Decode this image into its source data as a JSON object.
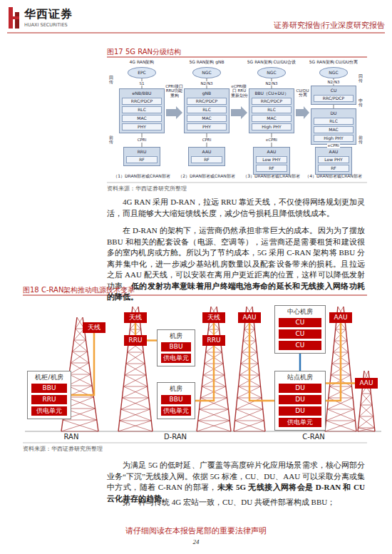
{
  "diagram": {
    "nodes": [
      {
        "text": [
          "EPC"
        ]
      },
      {
        "text": [
          "eNB/BBU"
        ]
      },
      {
        "text": [
          "RRC/PDCP"
        ],
        "in": 1
      },
      {
        "text": [
          "RLC"
        ],
        "in": 1
      },
      {
        "text": [
          "MAC"
        ],
        "in": 1
      },
      {
        "text": [
          "PHY"
        ],
        "in": 1
      },
      {
        "text": [
          "RRU"
        ]
      },
      {
        "text": [
          "RF"
        ],
        "in": 6
      },
      {
        "text": [
          "NGC"
        ]
      },
      {
        "text": [
          "gNB"
        ]
      },
      {
        "text": [
          "RRC/PDCP"
        ],
        "in": 9
      },
      {
        "text": [
          "RLC"
        ],
        "in": 9
      },
      {
        "text": [
          "MAC"
        ],
        "in": 9
      },
      {
        "text": [
          "PHY"
        ],
        "in": 9
      },
      {
        "text": [
          "AAU"
        ]
      },
      {
        "text": [
          "RF"
        ],
        "in": 14
      },
      {
        "text": [
          "NGC"
        ]
      },
      {
        "text": [
          "BBU（CU+DU）"
        ]
      },
      {
        "text": [
          "RRC/PDCP"
        ],
        "in": 17
      },
      {
        "text": [
          "RLC"
        ],
        "in": 17
      },
      {
        "text": [
          "MAC"
        ],
        "in": 17
      },
      {
        "text": [
          "High PHY"
        ],
        "in": 17
      },
      {
        "text": [
          "AAU"
        ]
      },
      {
        "text": [
          "Low PHY"
        ],
        "in": 22
      },
      {
        "text": [
          "RF"
        ],
        "in": 22
      },
      {
        "text": [
          "NGC"
        ]
      },
      {
        "text": [
          "CU"
        ]
      },
      {
        "text": [
          "RRC/PDCP"
        ],
        "in": 26
      },
      {
        "text": [
          "DU"
        ]
      },
      {
        "text": [
          "RLC"
        ],
        "in": 28
      },
      {
        "text": [
          "MAC"
        ],
        "in": 28
      },
      {
        "text": [
          "High PHY"
        ],
        "in": 28
      },
      {
        "text": [
          "AAU"
        ]
      },
      {
        "text": [
          "Low PHY"
        ],
        "in": 32
      },
      {
        "text": [
          "RF"
        ],
        "in": 32
      },
      {
        "text": [
          "机柜/机房"
        ]
      },
      {
        "text": [
          "BBU"
        ],
        "in": 35
      },
      {
        "text": [
          "RRU"
        ],
        "in": 35
      },
      {
        "text": [
          "供电单元"
        ],
        "in": 35
      },
      {
        "text": [
          "天线"
        ]
      },
      {
        "text": [
          "天线"
        ]
      },
      {
        "text": [
          "RRU"
        ]
      },
      {
        "text": [
          "机房"
        ]
      },
      {
        "text": [
          "BBU"
        ],
        "in": 42
      },
      {
        "text": [
          "供电单元"
        ],
        "in": 42
      },
      {
        "text": [
          "机房"
        ]
      },
      {
        "text": [
          "BBU"
        ],
        "in": 45
      },
      {
        "text": [
          "供电单元"
        ],
        "in": 45
      },
      {
        "text": [
          "天线"
        ]
      },
      {
        "text": [
          "RRU"
        ]
      },
      {
        "text": [
          "中心机房"
        ]
      },
      {
        "text": [
          "CU"
        ],
        "in": 50
      },
      {
        "text": [
          "CU"
        ],
        "in": 50
      },
      {
        "text": [
          "CU"
        ],
        "in": 50
      },
      {
        "text": [
          "AAU"
        ]
      },
      {
        "text": [
          "AAU"
        ]
      },
      {
        "text": [
          "站点机房"
        ]
      },
      {
        "text": [
          "DU"
        ],
        "in": 56
      },
      {
        "text": [
          "DU"
        ],
        "in": 56
      },
      {
        "text": [
          "DU"
        ],
        "in": 56
      },
      {
        "text": [
          "供电单元"
        ],
        "in": 56
      },
      {
        "text": [
          "AAU"
        ]
      }
    ],
    "edges": [
      {
        "from": 0,
        "to": 1,
        "arrow": "none",
        "label": "S1"
      },
      {
        "from": 1,
        "to": 6,
        "arrow": "none",
        "label": "CPRI"
      },
      {
        "from": 8,
        "to": 9,
        "arrow": "none",
        "label": "N2/N3"
      },
      {
        "from": 9,
        "to": 14,
        "arrow": "none",
        "label": "CPRI"
      },
      {
        "from": 16,
        "to": 17,
        "arrow": "none",
        "label": "N2/N3"
      },
      {
        "from": 17,
        "to": 22,
        "arrow": "none",
        "label": "eCPRI"
      },
      {
        "from": 25,
        "to": 26,
        "arrow": "none",
        "label": "N2/N3"
      },
      {
        "from": 26,
        "to": 28,
        "arrow": "none"
      },
      {
        "from": 28,
        "to": 32,
        "arrow": "none",
        "label": "eCPRI"
      },
      {
        "from": 39,
        "to": 35,
        "arrow": "none"
      },
      {
        "from": 40,
        "to": 41,
        "arrow": "none"
      },
      {
        "from": 41,
        "to": 42,
        "arrow": "none"
      },
      {
        "from": 48,
        "to": 49,
        "arrow": "none"
      },
      {
        "from": 49,
        "to": 45,
        "arrow": "none"
      },
      {
        "from": 54,
        "to": 56,
        "arrow": "none"
      },
      {
        "from": 55,
        "to": 56,
        "arrow": "none"
      },
      {
        "from": 61,
        "to": 56,
        "arrow": "none"
      },
      {
        "from": 56,
        "to": 50,
        "arrow": "none"
      }
    ],
    "labels": [
      "华西证券",
      "HUAXI SECURITIES",
      "证券研究报告|行业深度研究报告",
      "图17 5G RAN分级结构",
      "4G RAN架构",
      "5G RAN架构 gNB",
      "5G RAN架构 CU/DU合设",
      "5G RAN架构 CU/DU分离",
      "CPRI接口 RRU功能重构",
      "eCPRI接口 RRU重新划分",
      "CU/DU分离",
      "（1）DRAN部署或CRAN部署",
      "（2）DRAN部署或CRAN部署",
      "（3）DRAN部署或CRAN部署",
      "（4）DRAN部署或CRAN部署",
      "回传",
      "前传",
      "回传",
      "中传",
      "前传",
      "资料来源：华西证券研究所整理",
      "4G RAN 采用 D-RAN，拉远 RRU 靠近天线，不仅使得网络规划更加灵活，而且能够大大缩短馈线长度，减少信号损耗且降低馈线成本。",
      "在 D-RAN 的架构下，运营商仍然承担非常巨大的成本。因为为了摆放 BBU 和相关的配套设备（电源、空调等），运营商还是需要租赁和建设很多的室内机房或方舱。所以为了节约成本，5G 采用 C-RAN 架构将 BBU 分离并集中化，进一步减少基站机房数量以及配套设备带来的损耗。且拉远之后 AAU 配天线，可以安装在离用户更近距离的位置，这样可以降低发射功率。",
      "低的发射功率意味着用户终端电池寿命的延长和无线接入网络功耗的降低。",
      "图18 C-RAN架构推动电源技术变革",
      "RAN",
      "D-RAN",
      "C-RAN",
      "资料来源：华西证券研究所整理",
      "为满足 5G 的低时延、广覆盖等高度碎片化应用场景需求，核心网部分业务“下沉”无线接入网。依据 5G 标准，CU、DU、AAU 可以采取分离或集中方式，随着 C-RAN 的部署，",
      "未来 5G 无线接入网将会是 D-RAN 和 CU 云化并存的趋势。",
      "第一种与传统 4G 宏站一致，CU、DU 共硬件部署构成 BBU；",
      "请仔细阅读在本报告尾部的重要法律声明",
      "24"
    ]
  }
}
